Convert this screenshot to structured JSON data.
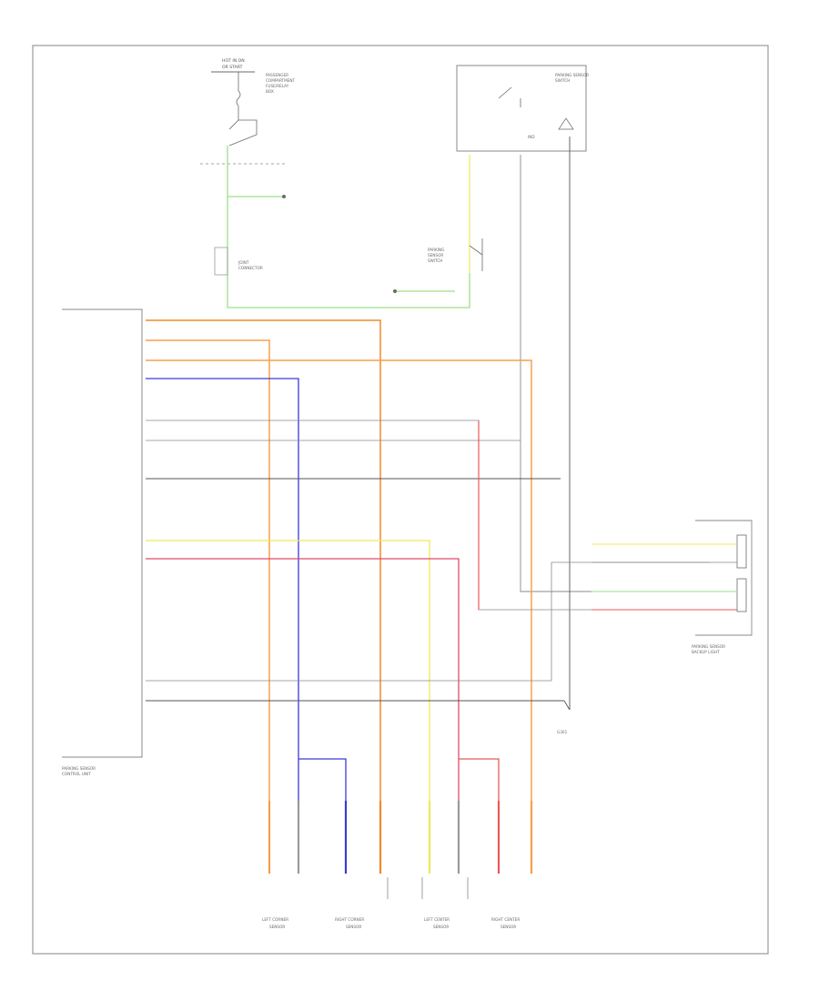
{
  "diagram": {
    "fuse": {
      "label_line1": "HOT IN ON",
      "label_line2": "OR START"
    },
    "ignition_note": [
      "PASSENGER",
      "COMPARTMENT",
      "FUSE/RELAY",
      "BOX"
    ],
    "relay_box": {
      "note": [
        "PARKING SENSOR",
        "SWITCH"
      ]
    },
    "indicator": {
      "label": "IND",
      "note": ""
    },
    "joint_connector": {
      "label": [
        "JOINT",
        "CONNECTOR"
      ]
    },
    "parking_sensor_switch_conn": {
      "label": [
        "PARKING",
        "SENSOR",
        "SWITCH"
      ]
    },
    "control_unit": {
      "label": [
        "PARKING SENSOR",
        "CONTROL UNIT"
      ]
    },
    "backup_light_conn": {
      "label": [
        "PARKING SENSOR",
        "BACKUP LIGHT"
      ]
    },
    "ground": {
      "label": "G301"
    },
    "sensors": [
      {
        "label": [
          "LEFT CORNER",
          "SENSOR"
        ]
      },
      {
        "label": [
          "RIGHT CORNER",
          "SENSOR"
        ]
      },
      {
        "label": [
          "LEFT CENTER",
          "SENSOR"
        ]
      },
      {
        "label": [
          "RIGHT CENTER",
          "SENSOR"
        ]
      }
    ],
    "footer": {
      "code": ""
    },
    "colors": {
      "orange": "#f5a04a",
      "orange2": "#f08a2a",
      "red": "#e85a5a",
      "blue": "#3a3ad8",
      "yellow": "#f0e85a",
      "green": "#9be08a",
      "gray": "#8a8a8a",
      "black": "#555555",
      "pinkred": "#e04a6a"
    }
  }
}
